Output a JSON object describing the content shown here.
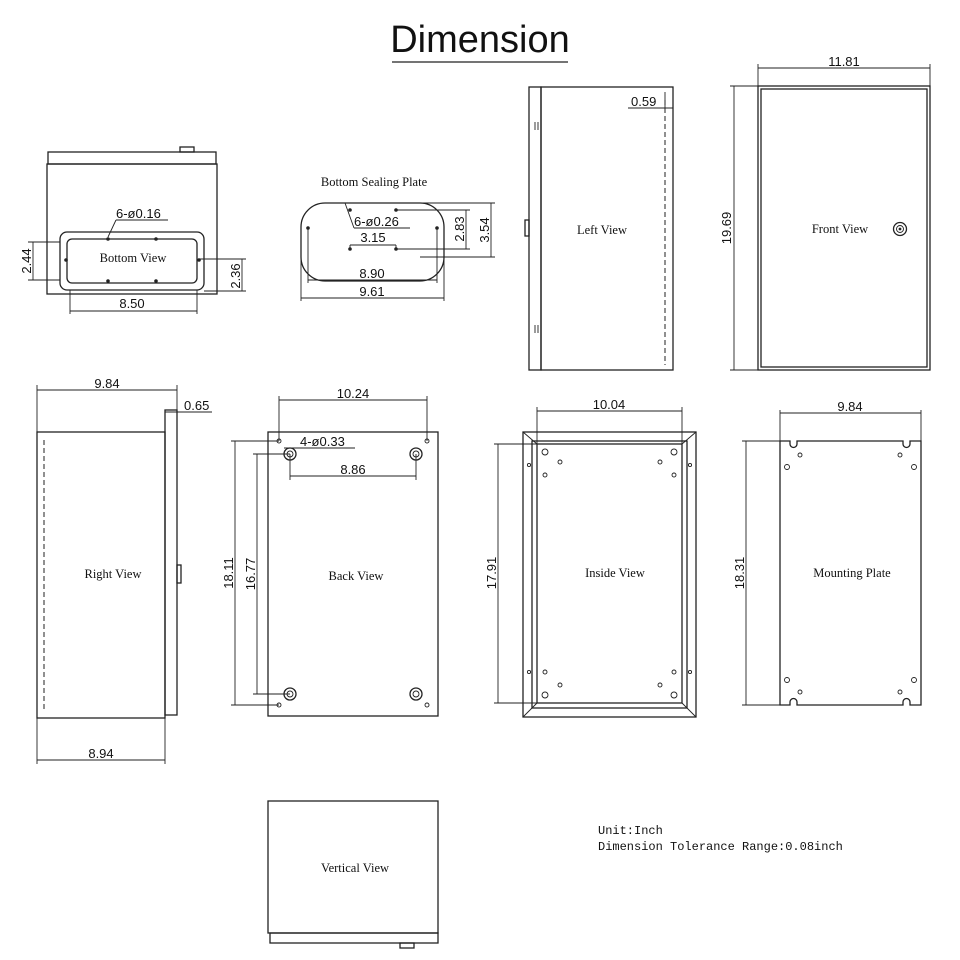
{
  "title": "Dimension",
  "views": {
    "bottom": "Bottom View",
    "sealing_plate": "Bottom Sealing Plate",
    "left": "Left View",
    "front": "Front View",
    "right": "Right View",
    "back": "Back View",
    "inside": "Inside View",
    "mounting": "Mounting Plate",
    "vertical": "Vertical View"
  },
  "dimensions": {
    "bottom": {
      "holes": "6-ø0.16",
      "height_outer": "2.44",
      "height_inner": "2.36",
      "width": "8.50"
    },
    "plate": {
      "holes": "6-ø0.26",
      "hole_pitch": "3.15",
      "inner_h": "2.83",
      "outer_h": "3.54",
      "hole_span": "8.90",
      "width": "9.61"
    },
    "left": {
      "depth": "0.59"
    },
    "front": {
      "width": "11.81",
      "height": "19.69"
    },
    "right": {
      "depth": "9.84",
      "flange": "0.65",
      "body_depth": "8.94"
    },
    "back": {
      "width": "10.24",
      "holes": "4-ø0.33",
      "hole_span": "8.86",
      "height": "18.11",
      "hole_pitch_v": "16.77"
    },
    "inside": {
      "width": "10.04",
      "height": "17.91"
    },
    "mounting": {
      "width": "9.84",
      "height": "18.31"
    }
  },
  "notes": {
    "unit": "Unit:Inch",
    "tolerance": "Dimension Tolerance Range:0.08inch"
  }
}
